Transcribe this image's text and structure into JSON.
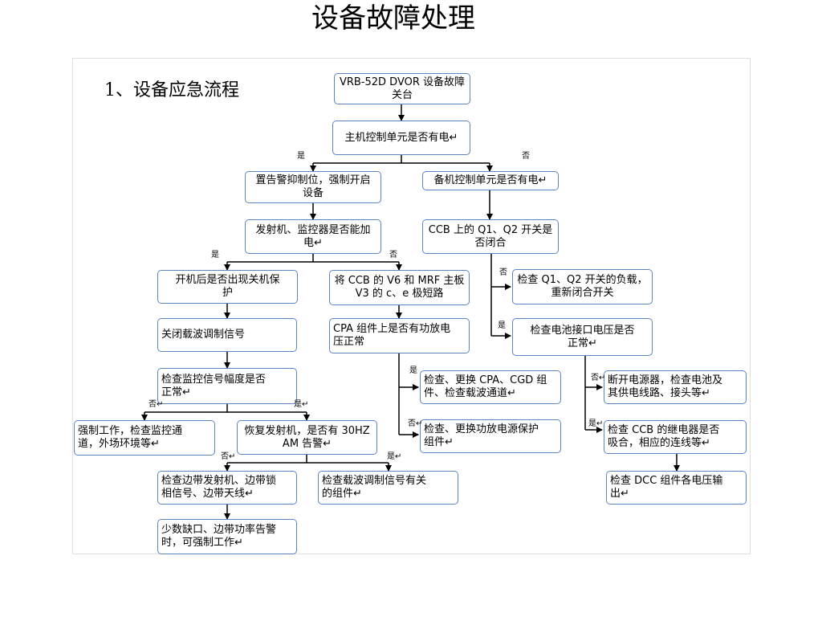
{
  "page": {
    "title": "设备故障处理",
    "section_title": "1、设备应急流程"
  },
  "nodes": {
    "n1": "VRB-52D DVOR 设备故障\n关台",
    "n2": "主机控制单元是否有电↵",
    "n3": "置告警抑制位，强制开启\n设备",
    "n4": "备机控制单元是否有电↵",
    "n5": "发射机、监控器是否能加\n电↵",
    "n6": "CCB 上的 Q1、Q2 开关是\n否闭合",
    "n7": "开机后是否出现关机保\n护",
    "n8": "将 CCB 的 V6 和 MRF 主板\nV3 的 c、e 极短路",
    "n9": "检查 Q1、Q2 开关的负载，\n重新闭合开关",
    "n10": "关闭载波调制信号",
    "n11": "CPA 组件上是否有功放电\n压正常",
    "n12": "检查电池接口电压是否\n正常↵",
    "n13": "检查监控信号幅度是否\n正常↵",
    "n14": "检查、更换 CPA、CGD 组\n件、检查载波通道↵",
    "n15": "断开电源器，检查电池及\n其供电线路、接头等↵",
    "n16": "强制工作，检查监控通\n道，外场环境等↵",
    "n17": "恢复发射机，是否有 30HZ\nAM 告警↵",
    "n18": "检查、更换功放电源保护\n组件↵",
    "n19": "检查 CCB 的继电器是否\n吸合，相应的连线等↵",
    "n20": "检查边带发射机、边带锁\n相信号、边带天线↵",
    "n21": "检查载波调制信号有关\n的组件↵",
    "n22": "检查 DCC 组件各电压输\n出↵",
    "n23": "少数缺口、边带功率告警\n时，可强制工作↵"
  },
  "labels": {
    "l1": "是",
    "l2": "否",
    "l3": "是",
    "l4": "否",
    "l5": "否",
    "l6": "是",
    "l7": "是",
    "l8": "否↵",
    "l9": "否↵",
    "l10": "是↵",
    "l11": "否↵",
    "l12": "是↵",
    "l13": "否↵",
    "l14": "是↵"
  }
}
